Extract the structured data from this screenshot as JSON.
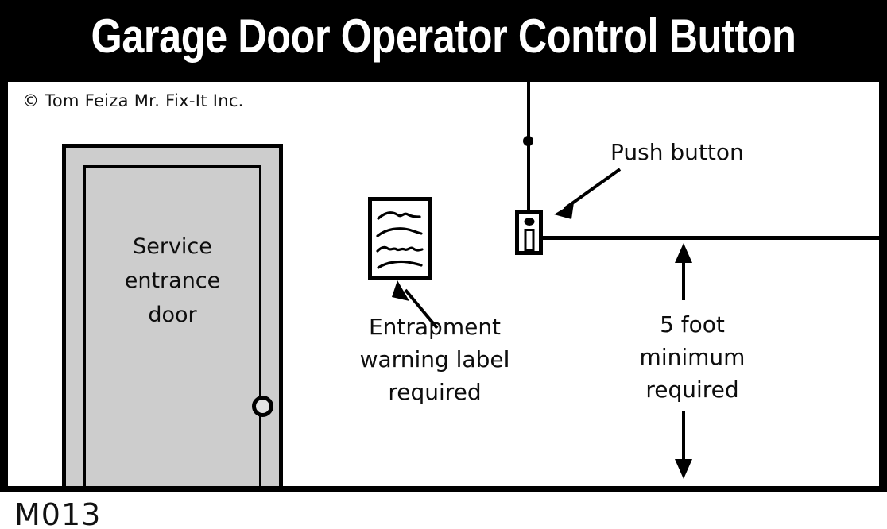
{
  "title": "Garage Door Operator Control Button",
  "copyright": "© Tom Feiza Mr. Fix-It Inc.",
  "footer_code": "M013",
  "colors": {
    "banner_background": "#000000",
    "banner_text": "#ffffff",
    "diagram_background": "#ffffff",
    "line": "#000000",
    "door_fill": "#cdcdcd",
    "knob_fill": "#e2e2e2"
  },
  "diagram": {
    "door": {
      "label_line_1": "Service",
      "label_line_2": "entrance",
      "label_line_3": "door",
      "knob": "doorknob"
    },
    "warning_label": {
      "icon": "warning-label-placard",
      "text_lines_count": 4
    },
    "push_button": {
      "icon": "push-button-station",
      "wire": "ceiling-wire",
      "connector": "wire-connector-dot"
    },
    "callouts": [
      {
        "name": "push-button",
        "lines": [
          "Push button"
        ]
      },
      {
        "name": "entrapment-warning-label",
        "lines": [
          "Entrapment",
          "warning label",
          "required"
        ]
      },
      {
        "name": "five-foot-minimum",
        "lines": [
          "5 foot",
          "minimum",
          "required"
        ]
      }
    ],
    "dimension": {
      "name": "mounting-height-dimension",
      "value": "5 foot",
      "qualifier": "minimum required",
      "arrow": "double-headed-vertical-arrow"
    }
  }
}
